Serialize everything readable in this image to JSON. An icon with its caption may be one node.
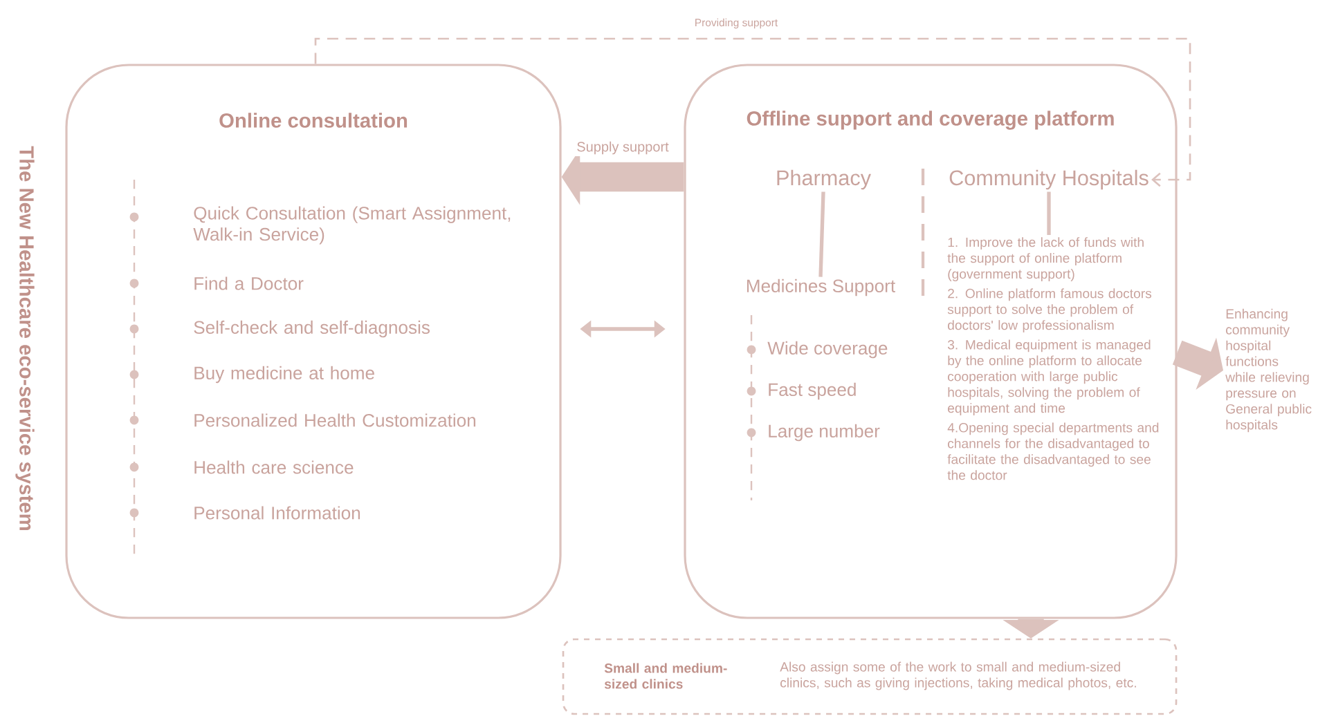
{
  "diagram": {
    "title": "The New Healthcare eco-service system",
    "nodes": [
      {
        "text": [
          "Online consultation",
          "Quick Consultation (Smart Assignment, Walk-in Service)",
          "Find a Doctor",
          "Self-check and self-diagnosis",
          "Buy medicine at home",
          "Personalized Health Customization",
          "Health care science",
          "Personal Information"
        ]
      },
      {
        "text": [
          "Offline support and coverage platform"
        ]
      },
      {
        "text": [
          "Pharmacy"
        ],
        "in": 1
      },
      {
        "text": [
          "Medicines Support",
          "Wide coverage",
          "Fast speed",
          "Large number"
        ],
        "in": 1
      },
      {
        "text": [
          "Community Hospitals"
        ],
        "in": 1
      },
      {
        "text": [
          "1. Improve the lack of funds with the support of online platform (government support)",
          "2. Online platform famous doctors support to solve the problem of doctors' low professionalism",
          "3. Medical equipment is managed by the online platform to allocate cooperation with large public hospitals, solving the problem of equipment and time",
          "4.Opening special departments and channels for the disadvantaged to facilitate the disadvantaged to see the doctor"
        ],
        "in": 1
      },
      {
        "text": [
          "Small and medium-sized clinics",
          "Also assign some of the work to small and medium-sized clinics, such as giving injections, taking medical photos, etc."
        ]
      },
      {
        "text": [
          "Enhancing community hospital functions while relieving pressure on General public hospitals"
        ]
      }
    ],
    "edges": [
      {
        "from": 1,
        "to": 0,
        "arrow": "to",
        "style": "thick",
        "label": "Supply support"
      },
      {
        "from": 0,
        "to": 1,
        "arrow": "both"
      },
      {
        "from": 0,
        "to": 4,
        "arrow": "to",
        "style": "dashed",
        "label": "Providing support"
      },
      {
        "from": 2,
        "to": 3,
        "arrow": "none"
      },
      {
        "from": 4,
        "to": 5,
        "arrow": "none"
      },
      {
        "from": 1,
        "to": 6,
        "arrow": "to",
        "style": "thick"
      },
      {
        "from": 1,
        "to": 7,
        "arrow": "to",
        "style": "thick"
      }
    ]
  }
}
